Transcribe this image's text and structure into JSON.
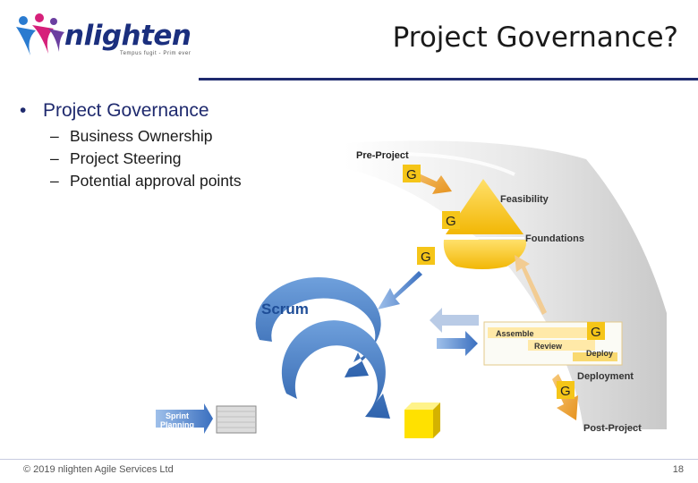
{
  "logo": {
    "wordmark": "nlighten",
    "tagline": "Tempus fugit - Prim ever"
  },
  "slide": {
    "title": "Project Governance?"
  },
  "bullets": {
    "main": "Project Governance",
    "subs": [
      "Business Ownership",
      "Project Steering",
      "Potential approval points"
    ]
  },
  "diagram": {
    "pre_project": "Pre-Project",
    "feasibility": "Feasibility",
    "foundations": "Foundations",
    "scrum": "Scrum",
    "sprint": "Sprint",
    "sprint_planning_1": "Sprint",
    "sprint_planning_2": "Planning",
    "assemble": "Assemble",
    "review": "Review",
    "deploy": "Deploy",
    "deployment": "Deployment",
    "post_project": "Post-Project",
    "gate_label": "G",
    "colors": {
      "gate_yellow": "#f5c518",
      "scrum_blue": "#3f78c4",
      "arrow_orange": "#e89a25"
    }
  },
  "footer": {
    "copyright": "© 2019 nlighten Agile Services Ltd",
    "page_number": "18"
  }
}
